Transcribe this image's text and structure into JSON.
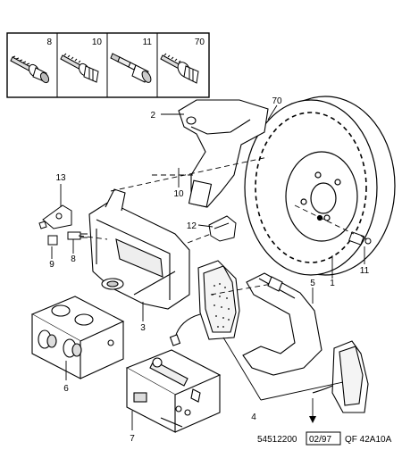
{
  "bolt_box": {
    "items": [
      {
        "number": "8",
        "icon": "bolt-collar-icon"
      },
      {
        "number": "10",
        "icon": "bolt-hex-icon"
      },
      {
        "number": "11",
        "icon": "guide-pin-icon"
      },
      {
        "number": "70",
        "icon": "bolt-hex-flange-icon"
      }
    ]
  },
  "callouts": {
    "c1": "1",
    "c2": "2",
    "c3": "3",
    "c4": "4",
    "c5": "5",
    "c6": "6",
    "c7": "7",
    "c8": "8",
    "c9": "9",
    "c10": "10",
    "c11": "11",
    "c12": "12",
    "c13": "13",
    "c70": "70"
  },
  "footer": {
    "code": "54512200",
    "date": "02/97",
    "ref": "QF 42A10A"
  }
}
